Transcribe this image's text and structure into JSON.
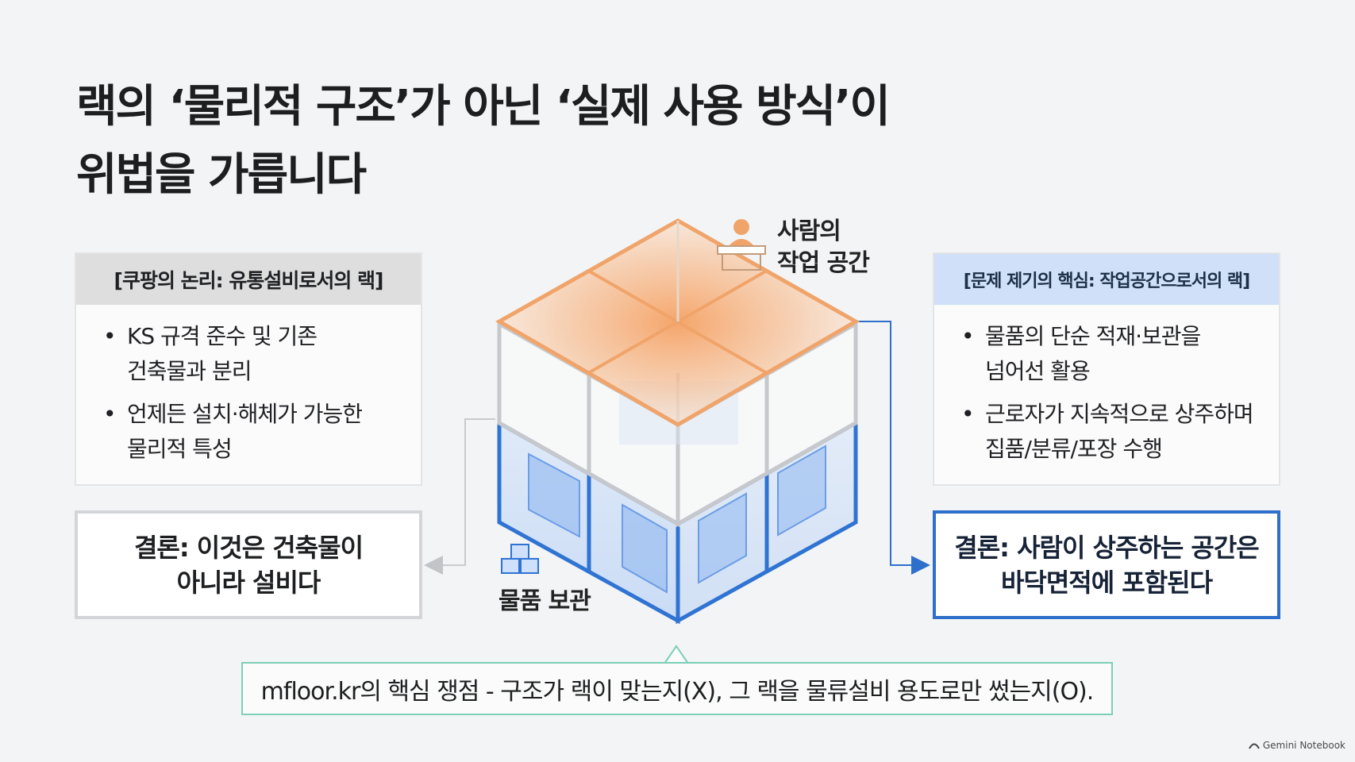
{
  "title": {
    "line1": "랙의 ‘물리적 구조’가 아닌 ‘실제 사용 방식’이",
    "line2": "위법을 가릅니다"
  },
  "left_panel": {
    "header": "[쿠팡의 논리: 유통설비로서의 랙]",
    "bullets": [
      "KS 규격 준수 및 기존\n건축물과 분리",
      "언제든 설치·해체가 가능한\n물리적 특성"
    ],
    "conclusion": "결론: 이것은 건축물이\n아니라 설비다"
  },
  "right_panel": {
    "header": "[문제 제기의 핵심: 작업공간으로서의 랙]",
    "bullets": [
      "물품의 단순 적재·보관을\n넘어선 활용",
      "근로자가 지속적으로 상주하며\n집품/분류/포장 수행"
    ],
    "conclusion": "결론: 사람이 상주하는 공간은\n바닥면적에 포함된다"
  },
  "diagram": {
    "upper_label": "사람의\n작업 공간",
    "lower_label": "물품 보관",
    "upper_color": "#f0a46a",
    "lower_color": "#2f73d3",
    "icons": [
      "person-at-desk-icon",
      "boxes-icon"
    ]
  },
  "bottom_note": "mfloor.kr의 핵심 쟁점 - 구조가 랙이 맞는지(X), 그 랙을 물류설비 용도로만 썼는지(O).",
  "brand": "Gemini Notebook"
}
